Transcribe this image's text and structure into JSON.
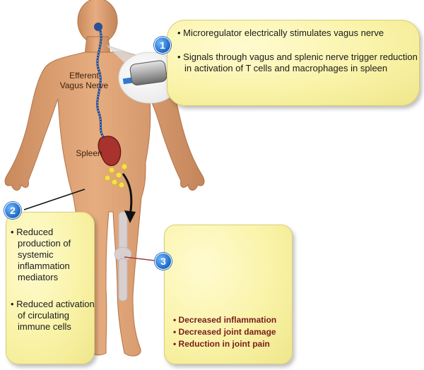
{
  "labels": {
    "efferent_vagus": "Efferent Vagus Nerve",
    "spleen": "Spleen"
  },
  "callout1": {
    "number": "1",
    "bullets": [
      "Microregulator electrically stimulates vagus nerve",
      "Signals through vagus and splenic nerve trigger reduction in activation of T cells and macrophages in spleen"
    ]
  },
  "callout2": {
    "number": "2",
    "bullets": [
      "Reduced production of systemic inflammation mediators",
      "Reduced activation of circulating immune cells"
    ]
  },
  "callout3": {
    "number": "3",
    "bullets": [
      "Decreased inflammation",
      "Decreased joint damage",
      "Reduction in joint pain"
    ]
  },
  "colors": {
    "skin": "#e2a77a",
    "callout_fill": "#f9f3a8",
    "badge": "#1f67c2",
    "nerve": "#2f7bd0",
    "spleen": "#a8322e",
    "callout3_text": "#7a1c1c"
  }
}
